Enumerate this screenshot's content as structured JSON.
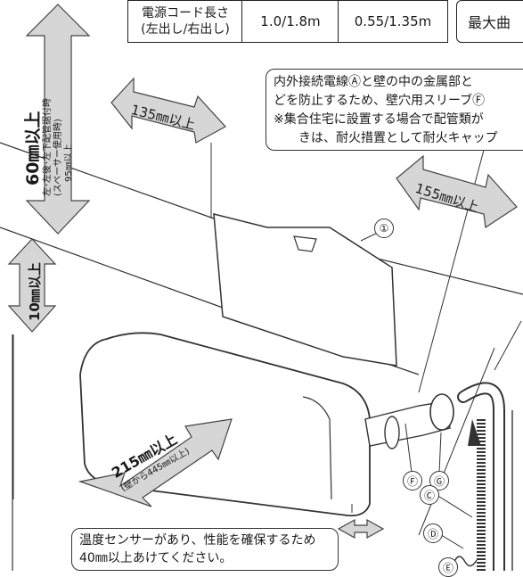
{
  "spec_table": {
    "header": [
      "電源コード長さ",
      "(左出し/右出し)"
    ],
    "values": [
      "1.0/1.8m",
      "0.55/1.35m"
    ],
    "side_label": "最大曲"
  },
  "top_note": {
    "lines": [
      "内外接続電線Ⓐと壁の中の金属部と",
      "どを防止するため、壁穴用スリーブⒻ",
      "※集合住宅に設置する場合で配管類が",
      "きは、耐火措置として耐火キャップ"
    ]
  },
  "clearances": {
    "top": {
      "main": "60㎜以上",
      "sub1": "左･左後･左下配管据付時",
      "sub2": "(スペーサー使用時)",
      "sub3": "95㎜以上"
    },
    "left_side": "135㎜以上",
    "right_side": "155㎜以上",
    "bottom": "10㎜以上",
    "front": {
      "main": "215㎜以上",
      "sub": "(壁から445㎜以上)"
    }
  },
  "part_labels": [
    "①",
    "Ⓕ",
    "Ⓖ",
    "Ⓒ",
    "Ⓓ",
    "Ⓔ"
  ],
  "bottom_note": {
    "lines": [
      "温度センサーがあり、性能を確保するため",
      "40㎜以上あけてください。"
    ]
  }
}
